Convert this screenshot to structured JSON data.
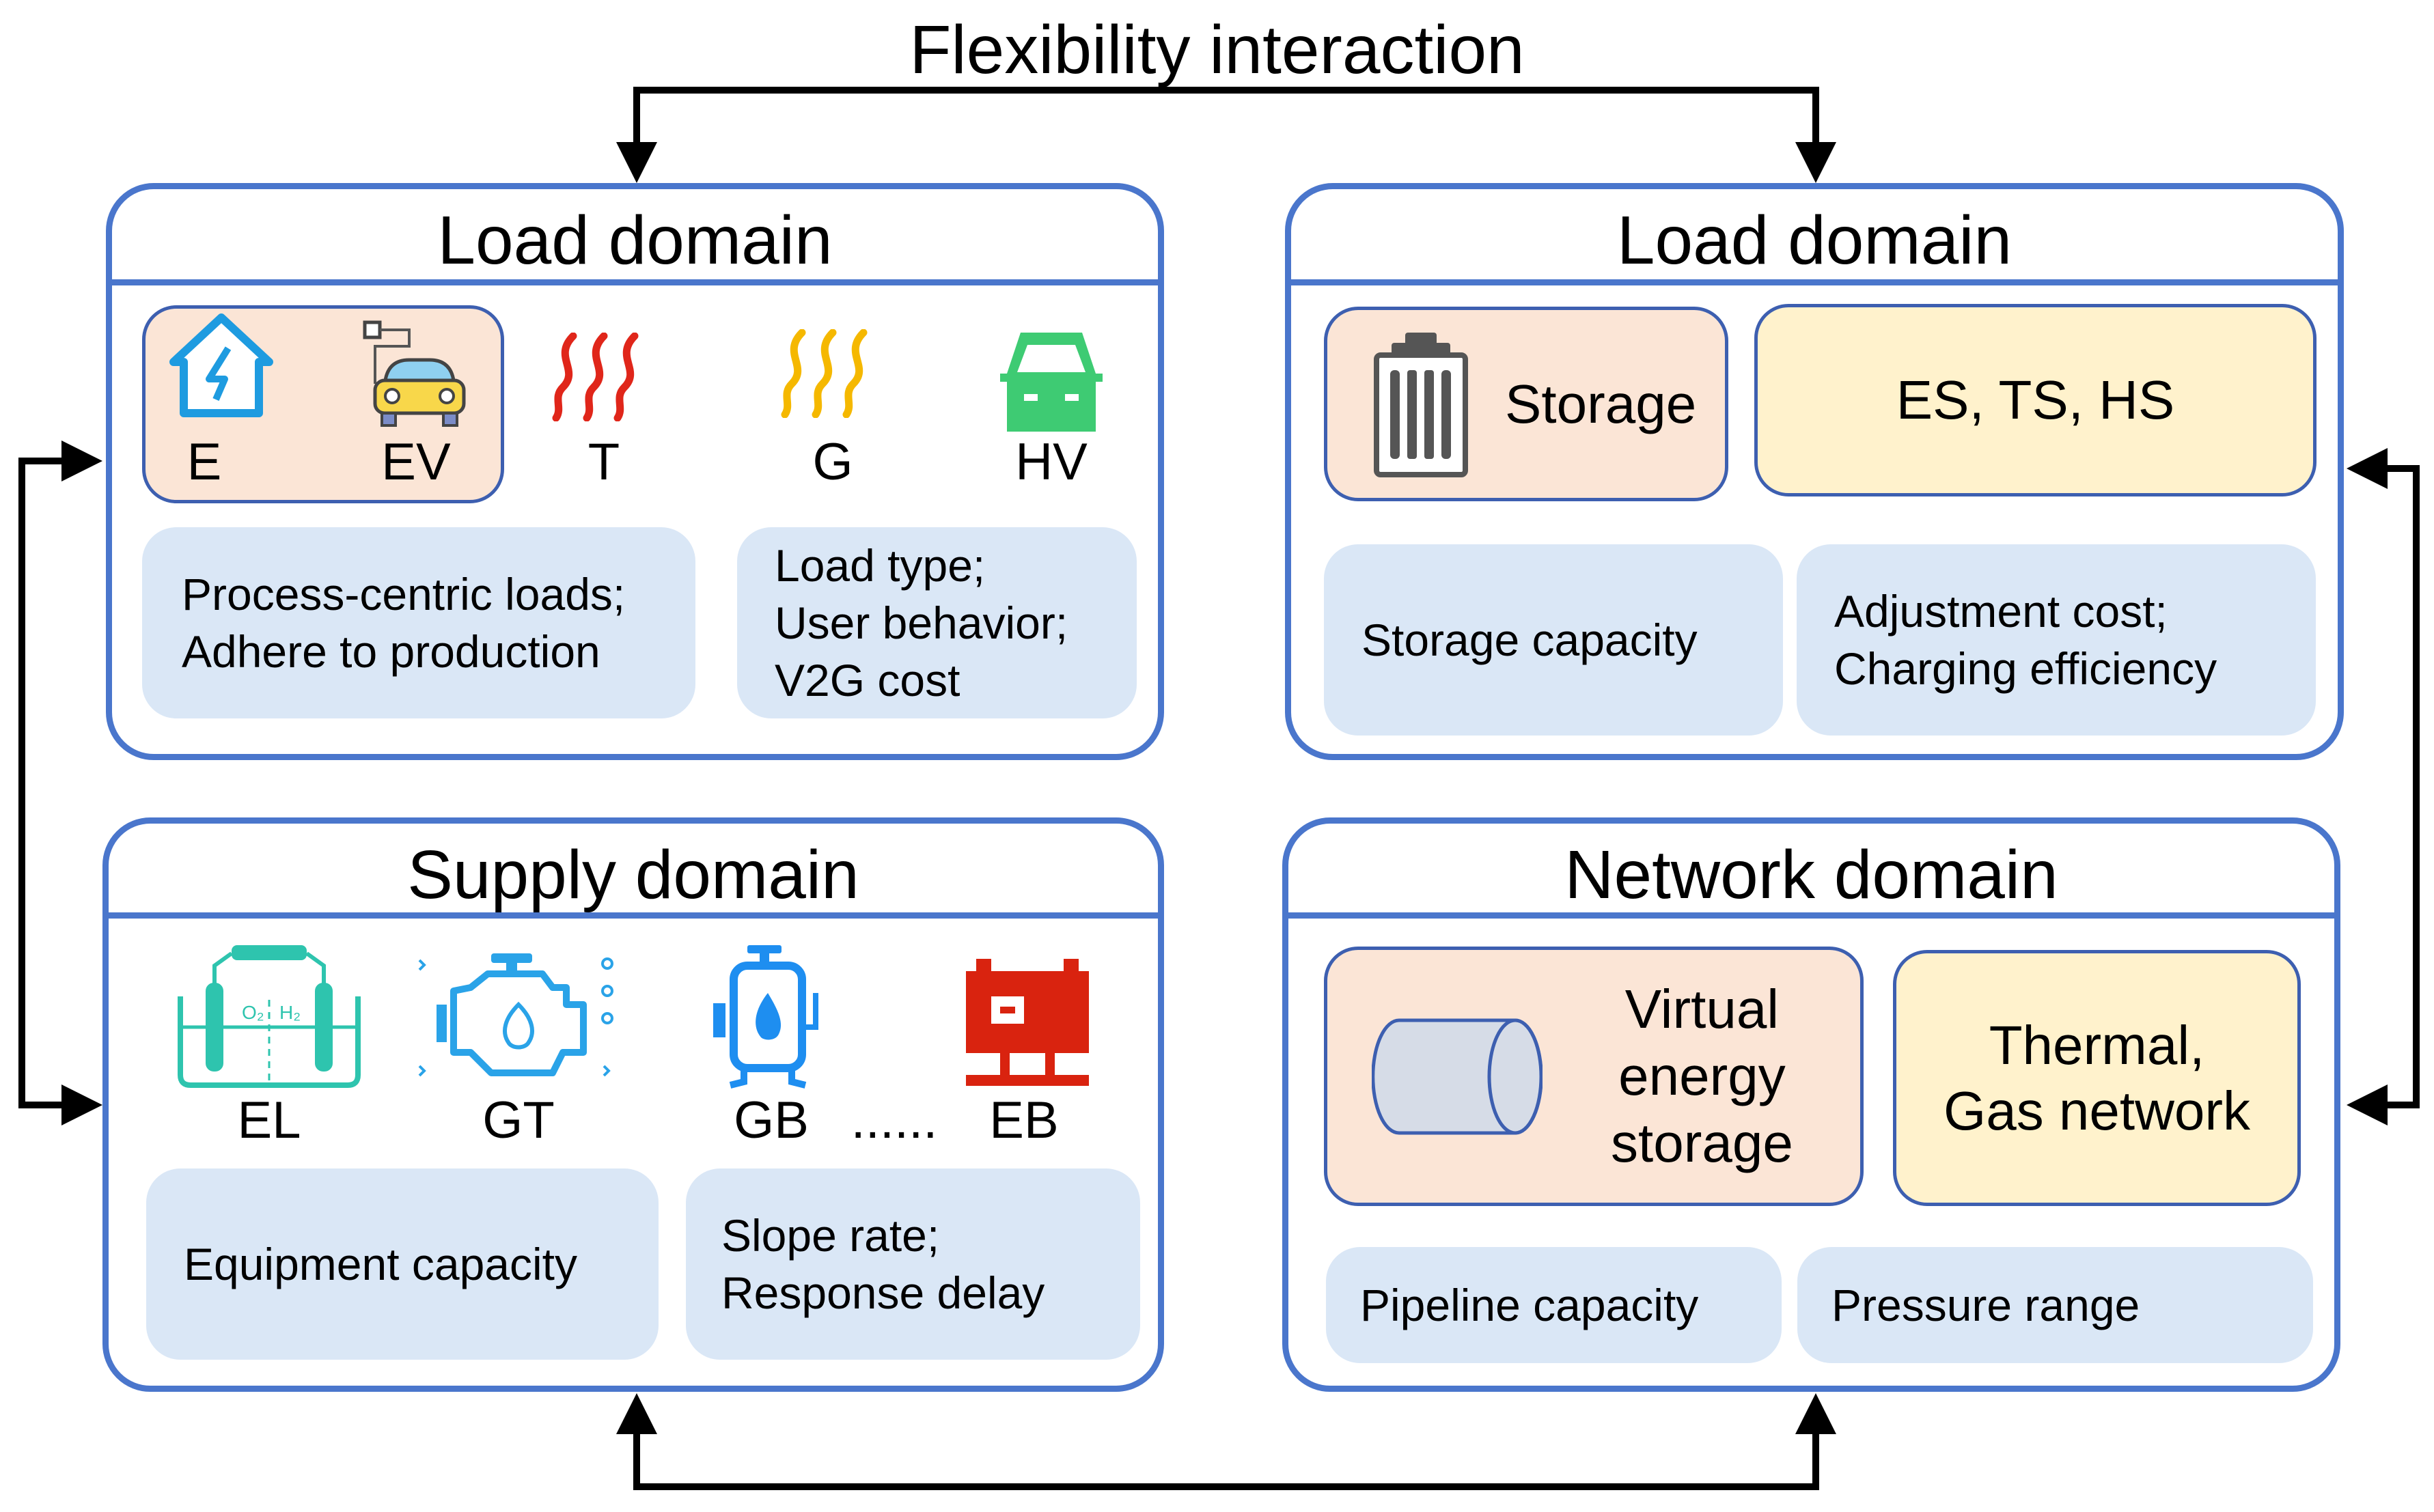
{
  "title": "Flexibility interaction",
  "colors": {
    "panel_border": "#4a76cc",
    "peach_fill": "#fbe5d6",
    "yellow_fill": "#fff2cc",
    "blue_fill": "#dae7f6",
    "house_icon": "#1e9be0",
    "heat_T": "#e0261a",
    "heat_G": "#f5b800",
    "hv_icon": "#3ecb73",
    "el_icon": "#2ec4ae",
    "gt_icon": "#2aa3e8",
    "gb_icon": "#1e8ef0",
    "eb_icon": "#d9230f"
  },
  "panels": {
    "top_left": {
      "title": "Load domain",
      "icons": [
        {
          "label": "E",
          "icon": "house-lightning-icon"
        },
        {
          "label": "EV",
          "icon": "ev-charging-car-icon"
        },
        {
          "label": "T",
          "icon": "heat-waves-red-icon"
        },
        {
          "label": "G",
          "icon": "heat-waves-yellow-icon"
        },
        {
          "label": "HV",
          "icon": "car-icon"
        }
      ],
      "notes": [
        [
          "Process-centric loads;",
          "Adhere to production"
        ],
        [
          "Load type;",
          "User behavior;",
          "V2G cost"
        ]
      ]
    },
    "top_right": {
      "title": "Load domain",
      "storage_label": "Storage",
      "storage_icon": "battery-icon",
      "types_label": "ES, TS, HS",
      "notes": [
        [
          "Storage capacity"
        ],
        [
          "Adjustment cost;",
          "Charging efficiency"
        ]
      ]
    },
    "bottom_left": {
      "title": "Supply domain",
      "icons": [
        {
          "label": "EL",
          "icon": "electrolyzer-icon"
        },
        {
          "label": "GT",
          "icon": "gas-turbine-engine-icon"
        },
        {
          "label": "GB",
          "icon": "gas-boiler-icon"
        },
        {
          "label": "......",
          "icon": ""
        },
        {
          "label": "EB",
          "icon": "electric-boiler-icon"
        }
      ],
      "el_sub": [
        "O₂",
        "H₂"
      ],
      "notes": [
        [
          "Equipment capacity"
        ],
        [
          "Slope rate;",
          "Response delay"
        ]
      ]
    },
    "bottom_right": {
      "title": "Network domain",
      "virtual_label": [
        "Virtual",
        "energy",
        "storage"
      ],
      "virtual_icon": "cylinder-icon",
      "network_label": [
        "Thermal,",
        "Gas network"
      ],
      "notes": [
        [
          "Pipeline capacity"
        ],
        [
          "Pressure range"
        ]
      ]
    }
  }
}
